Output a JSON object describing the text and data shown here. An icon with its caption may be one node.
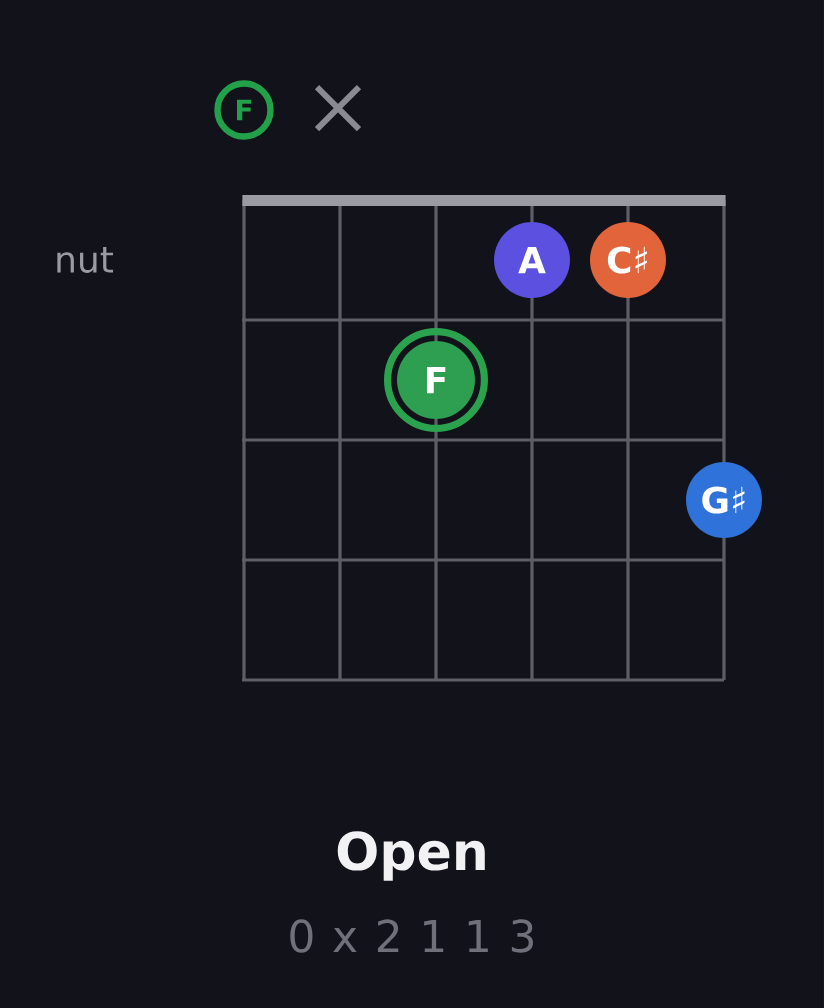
{
  "diagram": {
    "title": "Open",
    "nodes": [
      {
        "text": [
          "F"
        ]
      },
      {
        "text": [
          "A"
        ]
      },
      {
        "text": [
          "C♯"
        ]
      },
      {
        "text": [
          "F"
        ]
      },
      {
        "text": [
          "G♯"
        ]
      }
    ],
    "labels": [
      "nut",
      "0 x 2 1 1 3"
    ]
  }
}
